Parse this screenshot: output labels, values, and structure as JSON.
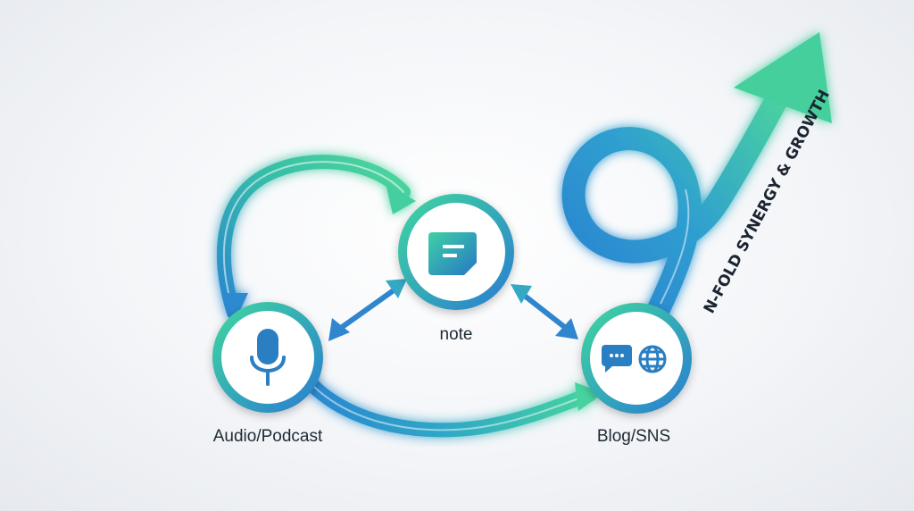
{
  "nodes": {
    "audio": {
      "label": "Audio/Podcast",
      "icon": "microphone-icon"
    },
    "note": {
      "label": "note",
      "icon": "note-document-icon"
    },
    "blog": {
      "label": "Blog/SNS",
      "icons": [
        "chat-bubble-icon",
        "globe-icon"
      ]
    }
  },
  "growth_label": "N-FOLD SYNERGY & GROWTH",
  "colors": {
    "teal": "#3ccf9a",
    "blue": "#2f80d0",
    "icon_blue": "#2a7fc2",
    "label": "#1f2a33"
  }
}
